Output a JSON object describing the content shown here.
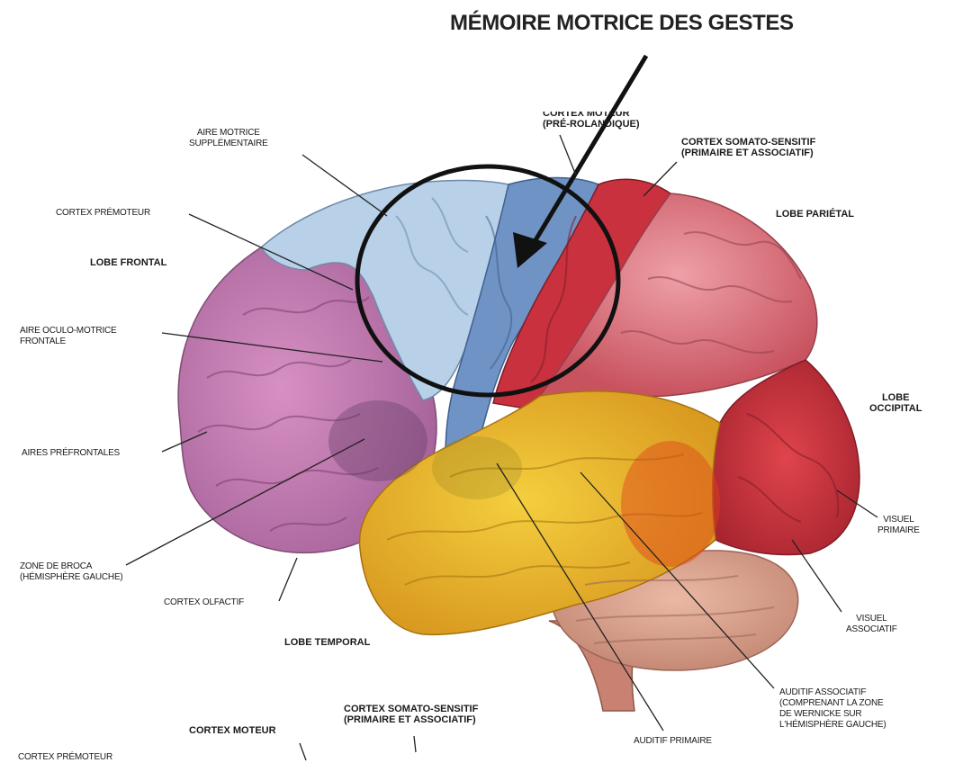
{
  "title": "MÉMOIRE MOTRICE DES GESTES",
  "labels": {
    "aire_motrice_supp": {
      "l1": "AIRE MOTRICE",
      "l2": "SUPPLÉMENTAIRE"
    },
    "cortex_moteur_top": {
      "l1": "CORTEX MOTEUR",
      "l2": "(PRÉ-ROLANDIQUE)"
    },
    "cortex_somato_top": {
      "l1": "CORTEX SOMATO-SENSITIF",
      "l2": "(PRIMAIRE ET ASSOCIATIF)"
    },
    "cortex_premoteur": "CORTEX PRÉMOTEUR",
    "lobe_parietal": "LOBE PARIÉTAL",
    "lobe_frontal": "LOBE FRONTAL",
    "aire_oculo": {
      "l1": "AIRE OCULO-MOTRICE",
      "l2": "FRONTALE"
    },
    "lobe_occipital": {
      "l1": "LOBE",
      "l2": "OCCIPITAL"
    },
    "aires_prefrontales": "AIRES PRÉFRONTALES",
    "visuel_primaire": {
      "l1": "VISUEL",
      "l2": "PRIMAIRE"
    },
    "zone_broca": {
      "l1": "ZONE DE BROCA",
      "l2": "(HÉMISPHÈRE GAUCHE)"
    },
    "cortex_olfactif": "CORTEX OLFACTIF",
    "visuel_associatif": {
      "l1": "VISUEL",
      "l2": "ASSOCIATIF"
    },
    "lobe_temporal": "LOBE TEMPORAL",
    "cortex_somato_bottom": {
      "l1": "CORTEX SOMATO-SENSITIF",
      "l2": "(PRIMAIRE ET ASSOCIATIF)"
    },
    "cortex_moteur_bottom": "CORTEX MOTEUR",
    "auditif_associatif": {
      "l1": "AUDITIF ASSOCIATIF",
      "l2": "(COMPRENANT LA ZONE",
      "l3": "DE WERNICKE SUR",
      "l4": "L'HÉMISPHÈRE GAUCHE)"
    },
    "auditif_primaire": "AUDITIF PRIMAIRE",
    "cortex_premoteur_bottom": "CORTEX PRÉMOTEUR"
  },
  "colors": {
    "frontal": "#c77fb6",
    "premotor": "#a9c6e3",
    "motor": "#6f93c4",
    "somatosensory": "#c9313e",
    "parietal": "#d9707c",
    "occipital": "#c7333a",
    "temporal": "#e9b52a",
    "cerebellum": "#dba38e",
    "brainstem": "#c98272"
  }
}
